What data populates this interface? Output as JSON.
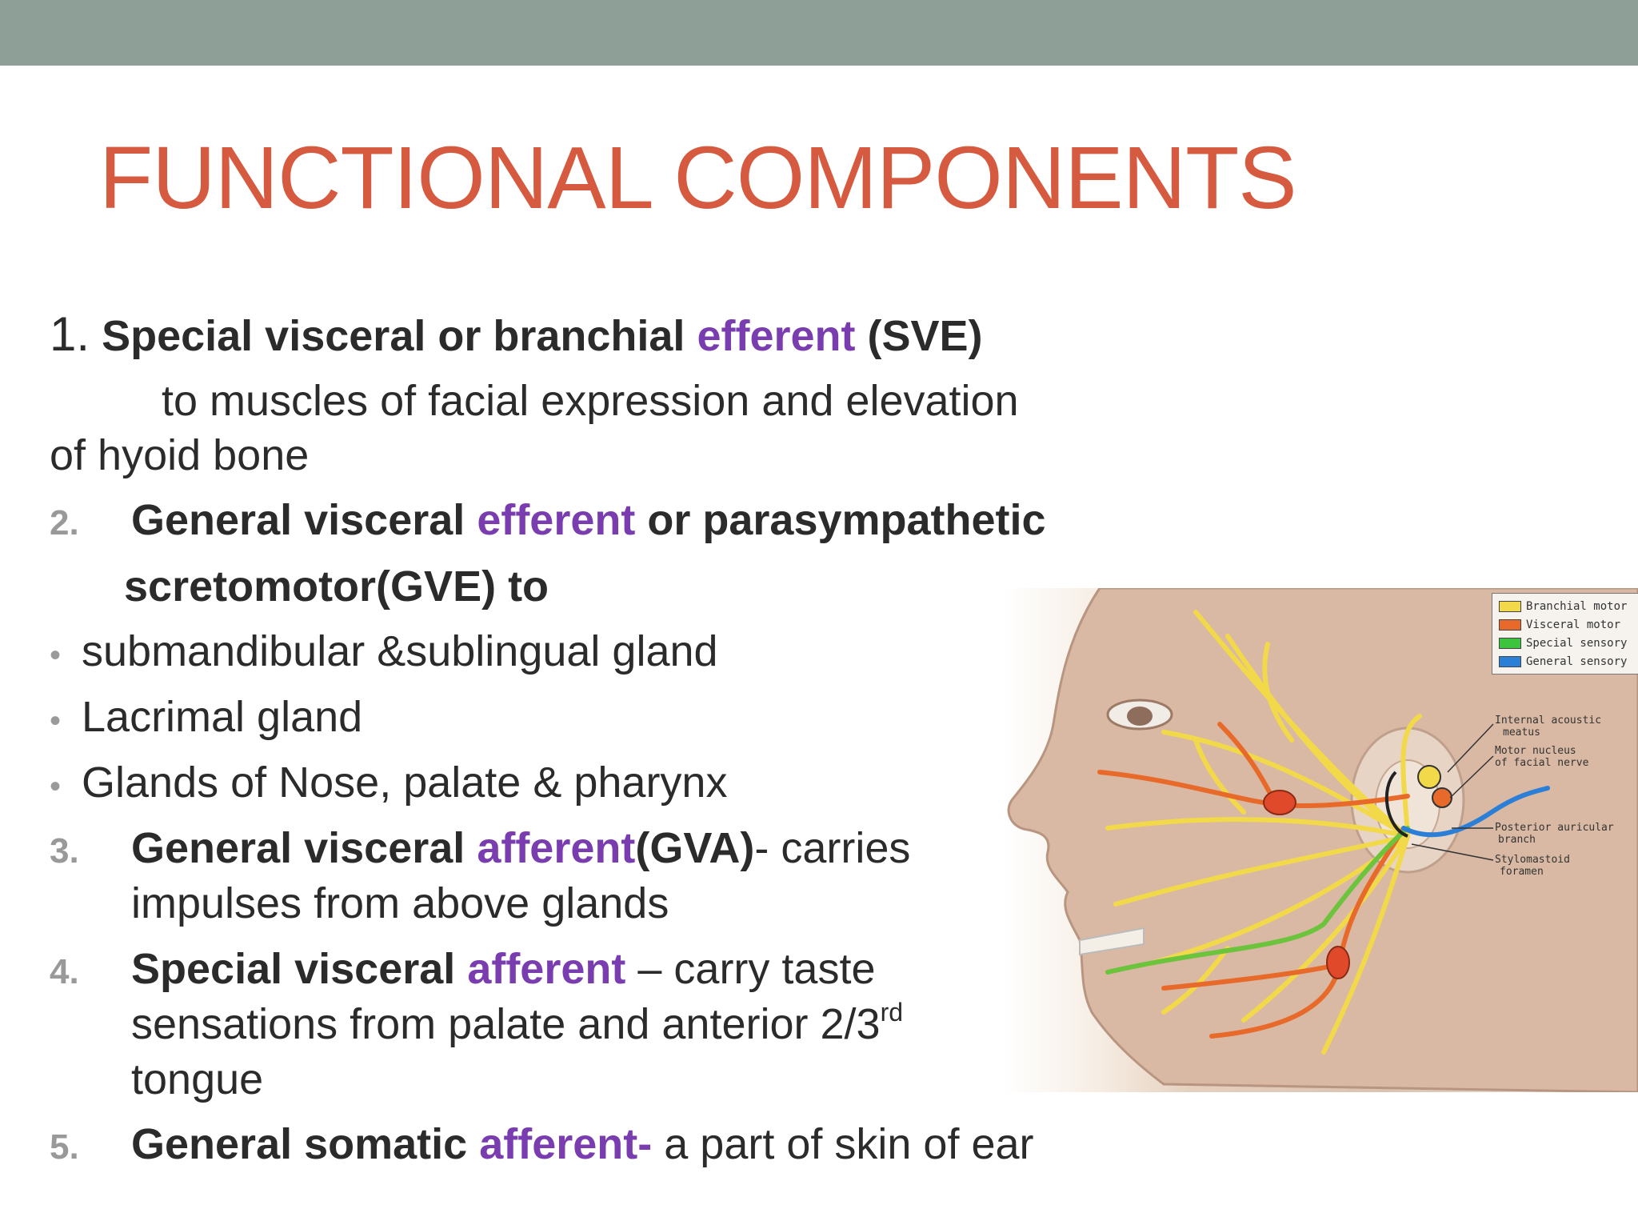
{
  "slide": {
    "title": "FUNCTIONAL COMPONENTS",
    "item1": {
      "number": "1.",
      "bold_a": "Special visceral or branchial",
      "highlight": "efferent",
      "bold_b": "(SVE)",
      "desc_line1": "to muscles of facial expression and elevation",
      "desc_line2": "of hyoid bone"
    },
    "item2": {
      "number": "2.",
      "bold_a": "General visceral",
      "highlight": "efferent",
      "bold_b": "or parasympathetic",
      "bold_line2": "scretomotor(GVE) to"
    },
    "bullets": [
      "submandibular &sublingual gland",
      "Lacrimal gland",
      "Glands of Nose, palate & pharynx"
    ],
    "item3": {
      "number": "3.",
      "bold_a": "General visceral",
      "highlight": "afferent",
      "bold_b": "(GVA)",
      "rest": "- carries",
      "line2": "impulses from above glands"
    },
    "item4": {
      "number": "4.",
      "bold_a": "Special visceral",
      "highlight": "afferent",
      "rest": "– carry taste",
      "line2": "sensations from palate and anterior 2/3",
      "sup": "rd",
      "line3": "tongue"
    },
    "item5": {
      "number": "5.",
      "bold_a": "General somatic",
      "highlight": "afferent-",
      "rest": "a part of skin of ear"
    }
  },
  "figure": {
    "legend": [
      {
        "label": "Branchial motor",
        "color": "#f2d94a"
      },
      {
        "label": "Visceral motor",
        "color": "#e86a2a"
      },
      {
        "label": "Special sensory",
        "color": "#3cc43c"
      },
      {
        "label": "General sensory",
        "color": "#2c7fd6"
      }
    ],
    "labels": {
      "internal_acoustic": "Internal acoustic",
      "meatus": "meatus",
      "motor_nucleus": "Motor nucleus",
      "of_facial_nerve": "of facial nerve",
      "posterior_auricular": "Posterior auricular",
      "branch": "branch",
      "stylomastoid": "Stylomastoid",
      "foramen": "foramen"
    },
    "colors": {
      "nerve_yellow": "#f2d94a",
      "nerve_orange": "#e86a2a",
      "nerve_green": "#6cc43c",
      "nerve_blue": "#2c7fd6"
    }
  }
}
